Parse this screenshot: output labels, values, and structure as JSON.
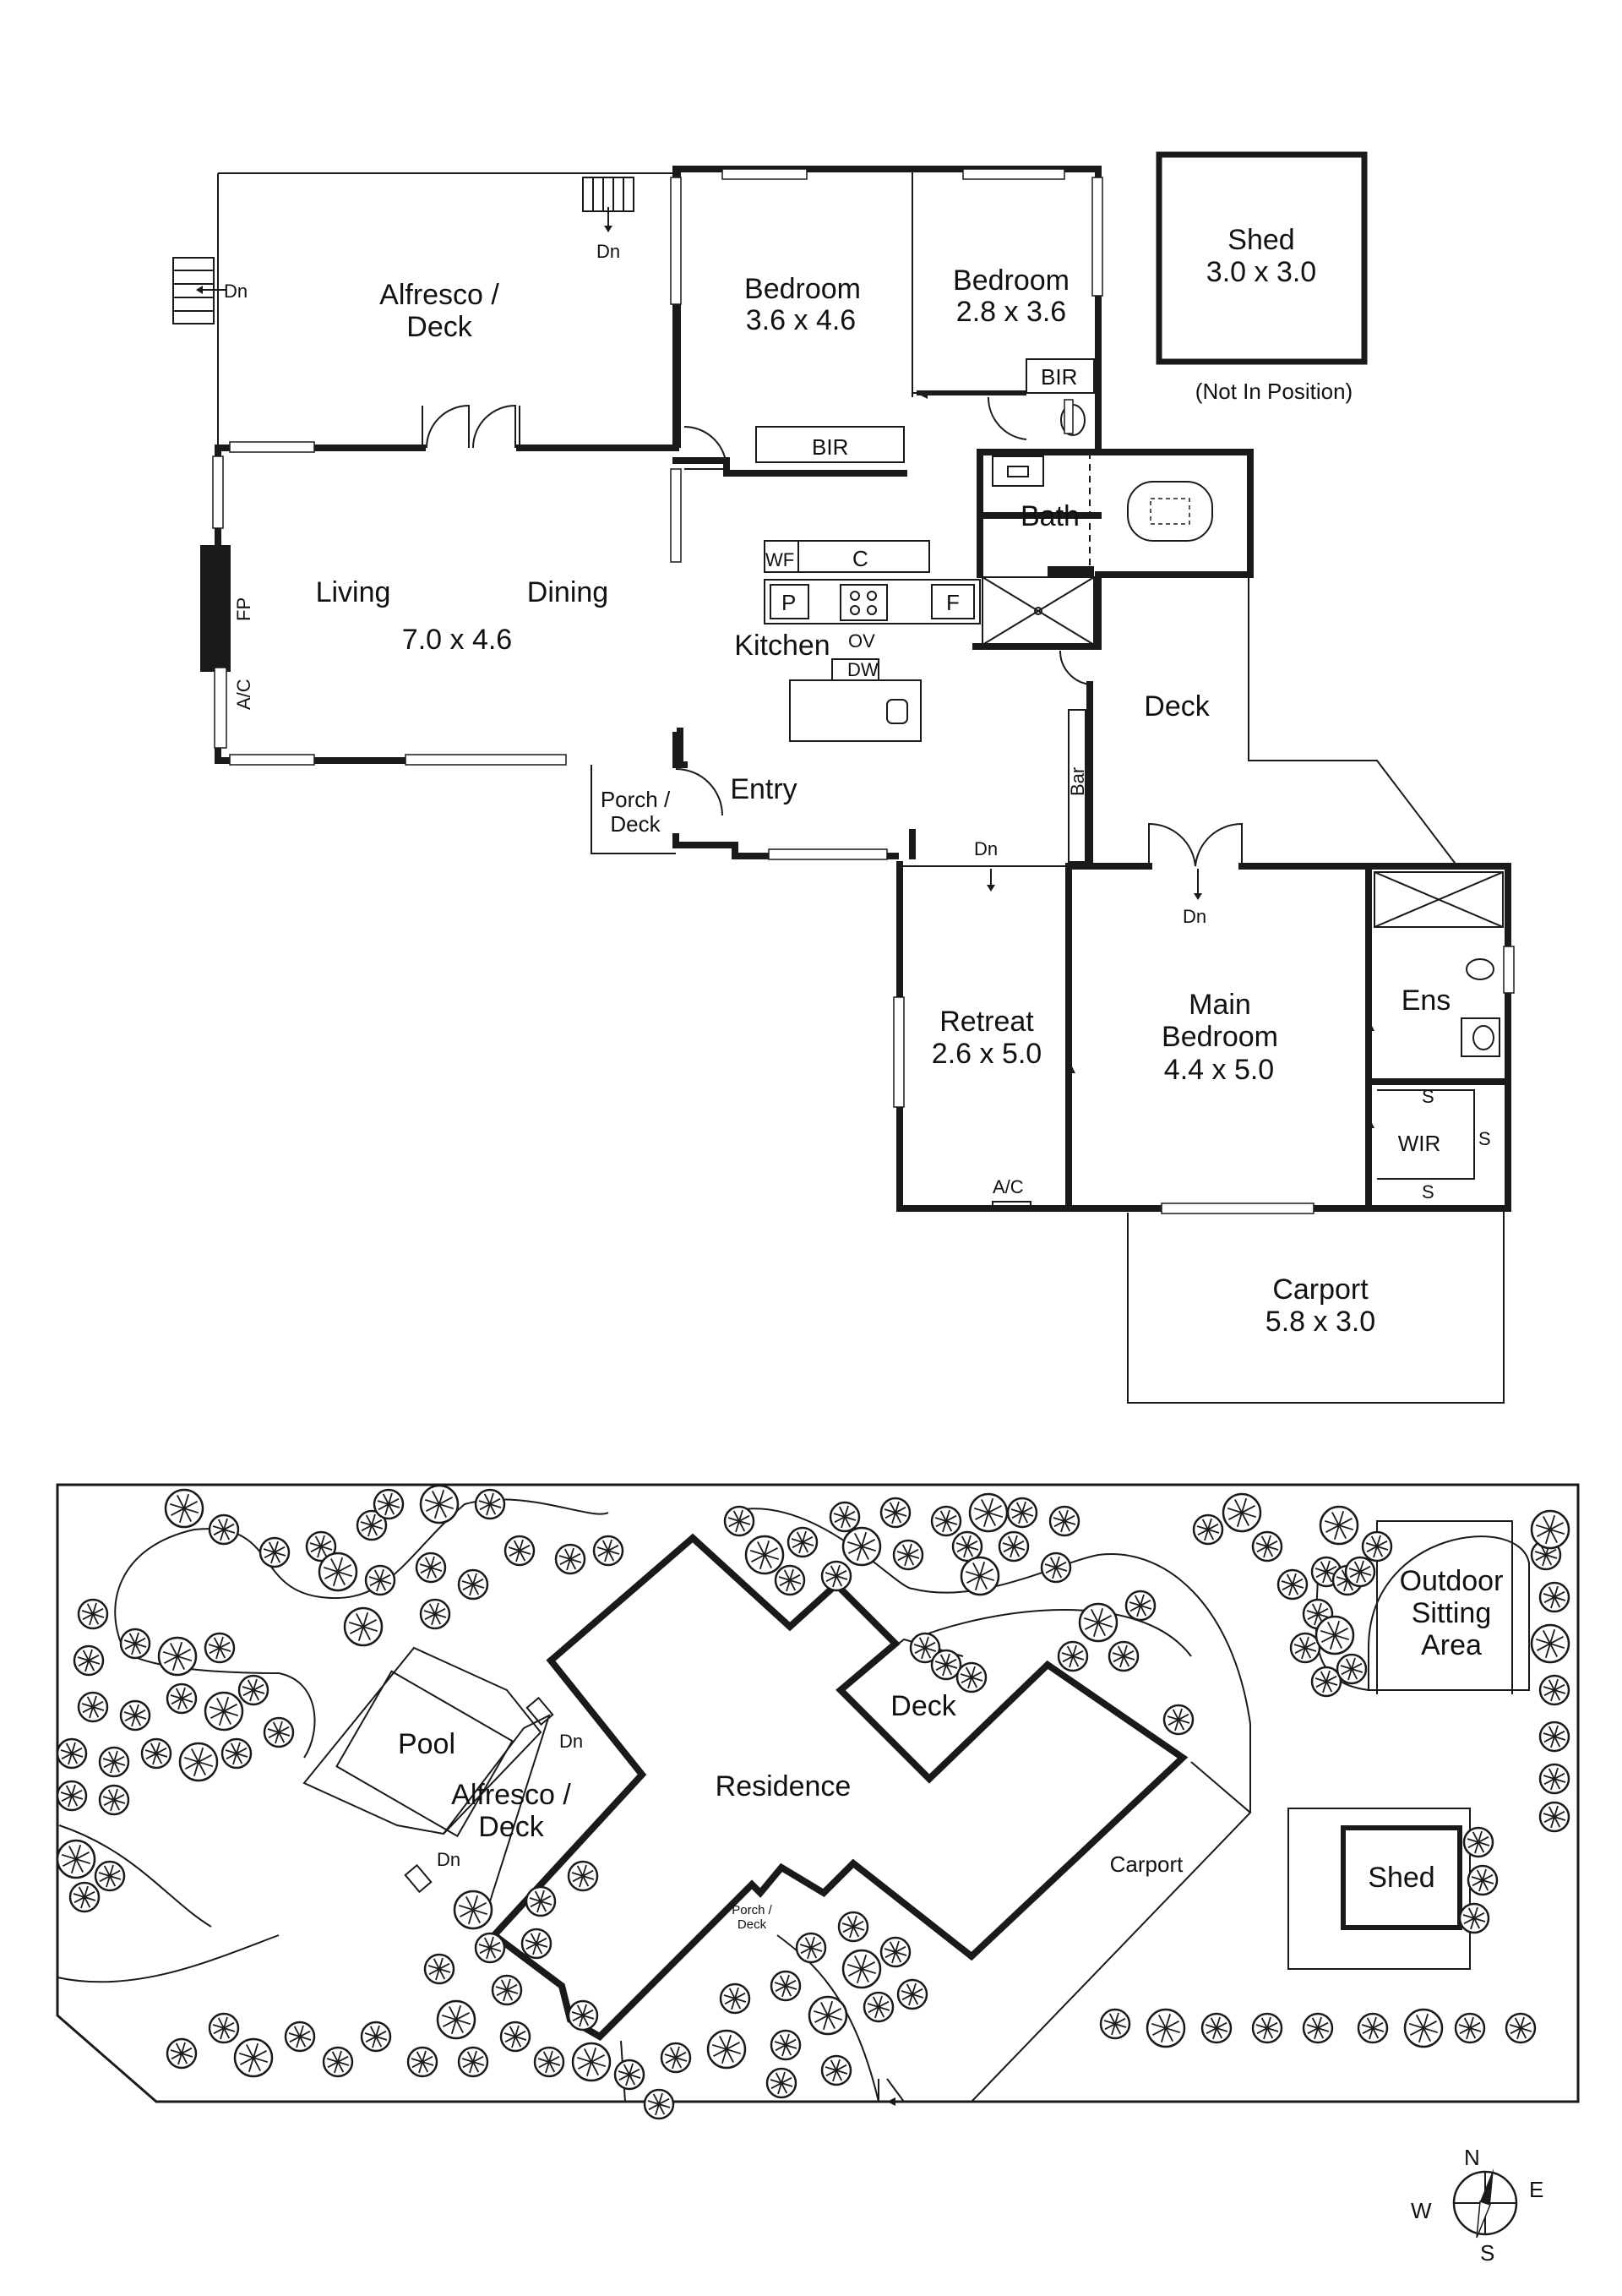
{
  "floor_plan": {
    "rooms": {
      "alfresco_deck": "Alfresco /\nDeck",
      "bedroom1": {
        "name": "Bedroom",
        "size": "3.6 x 4.6"
      },
      "bedroom2": {
        "name": "Bedroom",
        "size": "2.8 x 3.6"
      },
      "shed": {
        "name": "Shed",
        "size": "3.0 x 3.0",
        "note": "(Not In Position)"
      },
      "living": "Living",
      "dining": "Dining",
      "living_size": "7.0 x 4.6",
      "kitchen": "Kitchen",
      "bath": "Bath",
      "deck": "Deck",
      "entry": "Entry",
      "porch_deck": "Porch /\nDeck",
      "retreat": {
        "name": "Retreat",
        "size": "2.6 x 5.0"
      },
      "main_bedroom": {
        "name": "Main\nBedroom",
        "size": "4.4 x 5.0"
      },
      "ensuite": "Ens",
      "wir": "WIR",
      "carport": {
        "name": "Carport",
        "size": "5.8 x 3.0"
      }
    },
    "fixtures": {
      "bir": "BIR",
      "wf": "WF",
      "c": "C",
      "p": "P",
      "f": "F",
      "ov": "OV",
      "dw": "DW",
      "fp": "FP",
      "ac": "A/C",
      "bar": "Bar",
      "s": "S",
      "dn": "Dn"
    }
  },
  "site_plan": {
    "labels": {
      "pool": "Pool",
      "alfresco_deck": "Alfresco /\nDeck",
      "residence": "Residence",
      "deck": "Deck",
      "carport": "Carport",
      "shed": "Shed",
      "outdoor_sitting": "Outdoor\nSitting\nArea",
      "porch_deck": "Porch /\nDeck",
      "dn": "Dn"
    }
  },
  "compass": {
    "n": "N",
    "e": "E",
    "s": "S",
    "w": "W"
  }
}
